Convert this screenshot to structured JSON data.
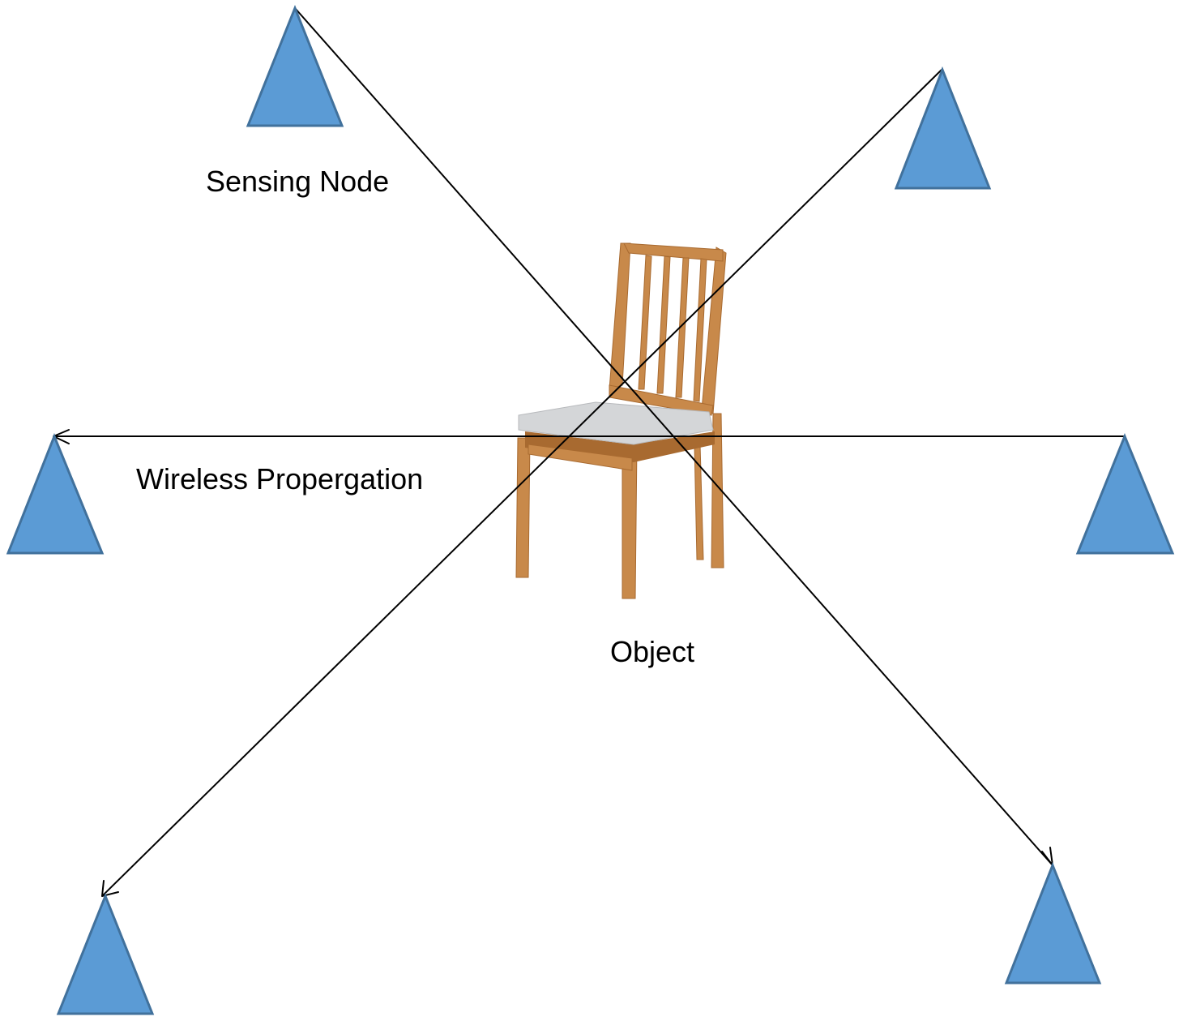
{
  "labels": {
    "sensing_node": "Sensing Node",
    "wireless_propagation": "Wireless Propergation",
    "object": "Object"
  },
  "icons": {
    "sensing_node": "triangle-node-icon",
    "object": "chair-icon"
  },
  "colors": {
    "node_fill": "#5b9bd5",
    "node_stroke": "#41719c",
    "line": "#000000",
    "chair_wood": "#c8894a",
    "chair_wood_dark": "#a86a30",
    "chair_seat": "#d4d6d8"
  }
}
